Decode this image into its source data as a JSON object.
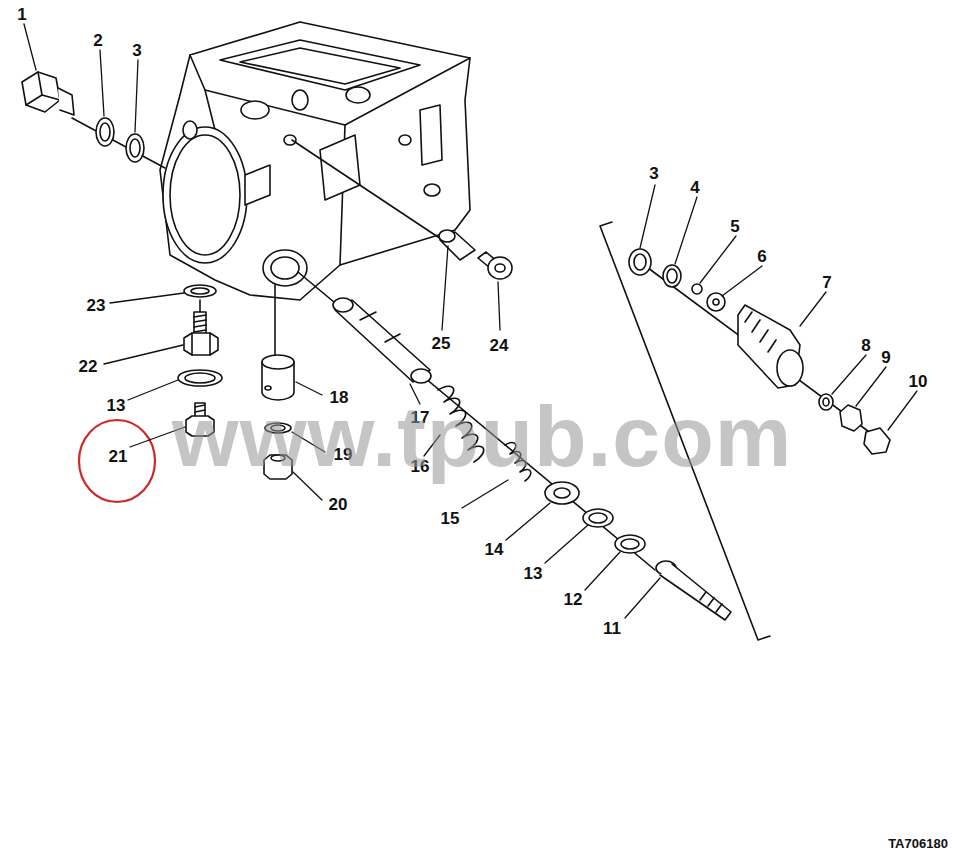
{
  "diagram": {
    "labels": [
      "1",
      "2",
      "3",
      "23",
      "22",
      "13",
      "21",
      "18",
      "19",
      "20",
      "17",
      "25",
      "24",
      "16",
      "15",
      "14",
      "13",
      "12",
      "11",
      "3",
      "4",
      "5",
      "6",
      "7",
      "8",
      "9",
      "10",
      "www.tpub.com",
      "TA706180"
    ]
  }
}
